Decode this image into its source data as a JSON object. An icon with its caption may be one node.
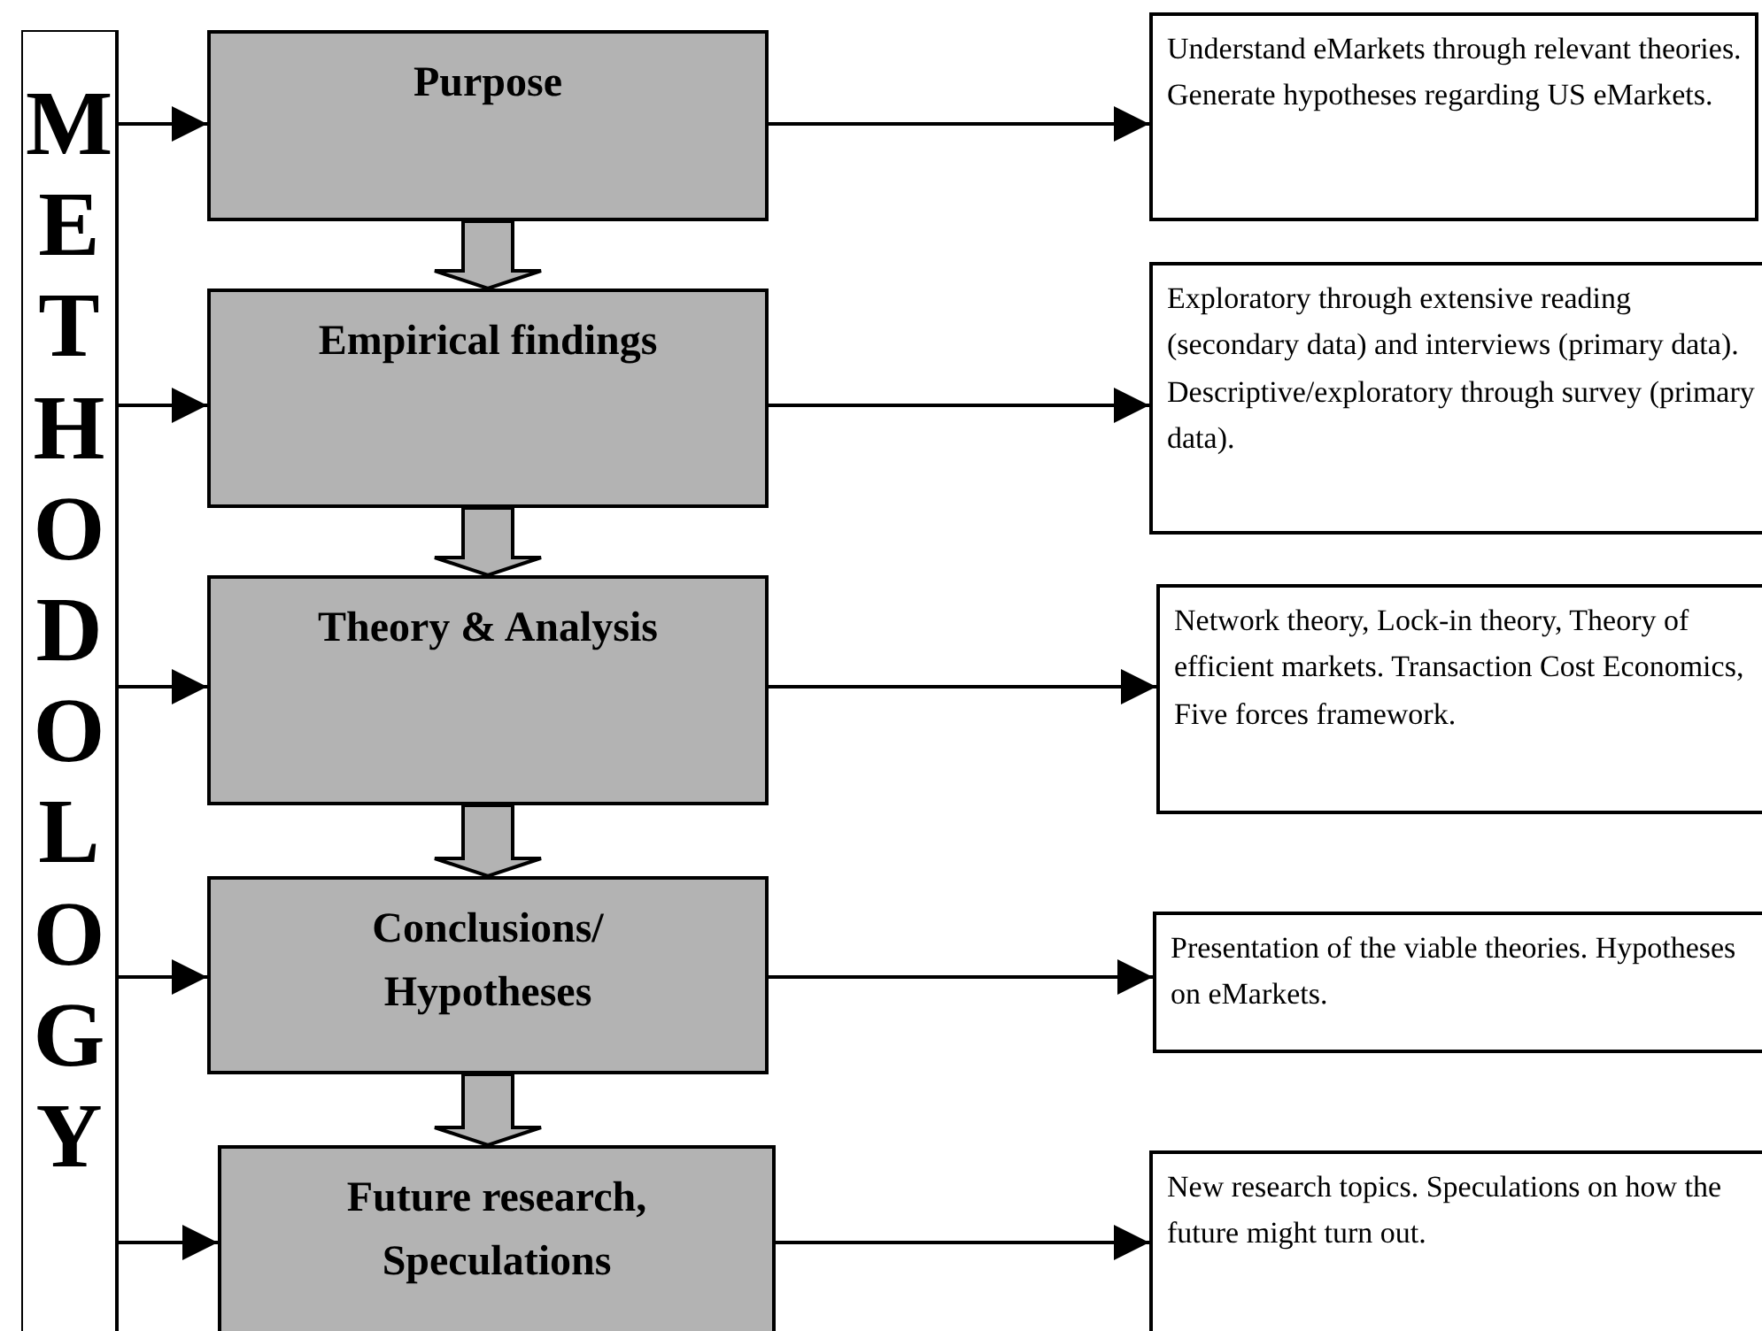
{
  "diagram": {
    "nodes": [
      {
        "text": [
          "METHODOLOGY"
        ]
      },
      {
        "text": [
          "Purpose"
        ]
      },
      {
        "text": [
          "Understand eMarkets through relevant theories. Generate hypotheses regarding US eMarkets."
        ]
      },
      {
        "text": [
          "Empirical findings"
        ]
      },
      {
        "text": [
          "Exploratory through extensive reading (secondary data) and interviews (primary data). Descriptive/exploratory through survey (primary data)."
        ]
      },
      {
        "text": [
          "Theory & Analysis"
        ]
      },
      {
        "text": [
          "Network theory, Lock-in theory, Theory of efficient markets. Transaction Cost Economics, Five forces framework."
        ]
      },
      {
        "text": [
          "Conclusions/ Hypotheses"
        ]
      },
      {
        "text": [
          "Presentation of the viable theories. Hypotheses on eMarkets."
        ]
      },
      {
        "text": [
          "Future research, Speculations"
        ]
      },
      {
        "text": [
          "New research topics. Speculations on how the future might turn out."
        ]
      }
    ],
    "edges": [
      {
        "from": 0,
        "to": 1,
        "arrow": "to"
      },
      {
        "from": 0,
        "to": 3,
        "arrow": "to"
      },
      {
        "from": 0,
        "to": 5,
        "arrow": "to"
      },
      {
        "from": 0,
        "to": 7,
        "arrow": "to"
      },
      {
        "from": 0,
        "to": 9,
        "arrow": "to"
      },
      {
        "from": 1,
        "to": 2,
        "arrow": "to"
      },
      {
        "from": 3,
        "to": 4,
        "arrow": "to"
      },
      {
        "from": 5,
        "to": 6,
        "arrow": "to"
      },
      {
        "from": 7,
        "to": 8,
        "arrow": "to"
      },
      {
        "from": 9,
        "to": 10,
        "arrow": "to"
      },
      {
        "from": 1,
        "to": 3,
        "arrow": "to",
        "style": "thick"
      },
      {
        "from": 3,
        "to": 5,
        "arrow": "to",
        "style": "thick"
      },
      {
        "from": 5,
        "to": 7,
        "arrow": "to",
        "style": "thick"
      },
      {
        "from": 7,
        "to": 9,
        "arrow": "to",
        "style": "thick"
      }
    ]
  }
}
